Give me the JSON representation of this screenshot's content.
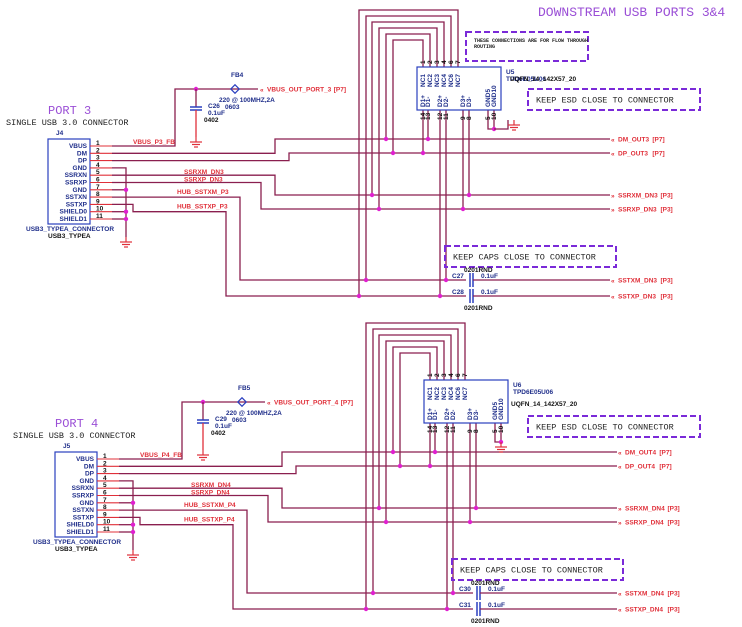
{
  "title": "DOWNSTREAM USB PORTS 3&4",
  "colors": {
    "wire": "#8a1f4f",
    "net_label": "#e0303a",
    "junction": "#e020d0",
    "component": "#2a3fbf",
    "note": "#7a2ad8",
    "heading": "#9a4ed6"
  },
  "ports": [
    {
      "heading": "PORT 3",
      "subheading": "SINGLE USB 3.0 CONNECTOR",
      "connector": {
        "ref": "J4",
        "name": "USB3_TYPEA_CONNECTOR",
        "footprint": "USB3_TYPEA",
        "pins": [
          {
            "num": "1",
            "name": "VBUS"
          },
          {
            "num": "2",
            "name": "DM"
          },
          {
            "num": "3",
            "name": "DP"
          },
          {
            "num": "4",
            "name": "GND"
          },
          {
            "num": "5",
            "name": "SSRXN"
          },
          {
            "num": "6",
            "name": "SSRXP"
          },
          {
            "num": "7",
            "name": "GND"
          },
          {
            "num": "8",
            "name": "SSTXN"
          },
          {
            "num": "9",
            "name": "SSTXP"
          },
          {
            "num": "10",
            "name": "SHIELD0"
          },
          {
            "num": "11",
            "name": "SHIELD1"
          }
        ]
      },
      "ferrite": {
        "ref": "FB4",
        "value": "220 @ 100MHZ,2A",
        "package": "0603"
      },
      "vbus_cap": {
        "ref": "C26",
        "value": "0.1uF",
        "package": "0402"
      },
      "nets": {
        "vbus_fb": "VBUS_P3_FB",
        "ssrxm": "SSRXM_DN3",
        "ssrxp": "SSRXP_DN3",
        "hub_sstxm": "HUB_SSTXM_P3",
        "hub_sstxp": "HUB_SSTXP_P3"
      },
      "offpage": [
        {
          "net": "VBUS_OUT_PORT_3",
          "page": "[P7]",
          "dir": "in"
        },
        {
          "net": "DM_OUT3",
          "page": "[P7]",
          "dir": "in"
        },
        {
          "net": "DP_OUT3",
          "page": "[P7]",
          "dir": "in"
        },
        {
          "net": "SSRXM_DN3",
          "page": "[P3]",
          "dir": "out"
        },
        {
          "net": "SSRXP_DN3",
          "page": "[P3]",
          "dir": "out"
        },
        {
          "net": "SSTXM_DN3",
          "page": "[P3]",
          "dir": "in"
        },
        {
          "net": "SSTXP_DN3",
          "page": "[P3]",
          "dir": "in"
        }
      ],
      "esd": {
        "ref": "U5",
        "part": "TPD6E05U06",
        "package": "UQFN_14_142X57_20",
        "top_pins": [
          {
            "num": "1",
            "name": "NC1"
          },
          {
            "num": "2",
            "name": "NC2"
          },
          {
            "num": "3",
            "name": "NC3"
          },
          {
            "num": "4",
            "name": "NC4"
          },
          {
            "num": "6",
            "name": "NC6"
          },
          {
            "num": "7",
            "name": "NC7"
          }
        ],
        "bottom_pins": [
          {
            "num": "14",
            "name": "D1+"
          },
          {
            "num": "13",
            "name": "D1-"
          },
          {
            "num": "12",
            "name": "D2+"
          },
          {
            "num": "11",
            "name": "D2-"
          },
          {
            "num": "9",
            "name": "D3+"
          },
          {
            "num": "8",
            "name": "D3-"
          },
          {
            "num": "5",
            "name": "GND5"
          },
          {
            "num": "10",
            "name": "GND10"
          }
        ]
      },
      "ac_caps": [
        {
          "ref": "C27",
          "value": "0.1uF",
          "package": "0201RND"
        },
        {
          "ref": "C28",
          "value": "0.1uF",
          "package": "0201RND"
        }
      ],
      "notes": {
        "flow": "THESE CONNECTIONS ARE FOR FLOW THROUGH ROUTING",
        "esd": "KEEP ESD CLOSE TO CONNECTOR",
        "caps": "KEEP CAPS CLOSE TO CONNECTOR"
      }
    },
    {
      "heading": "PORT 4",
      "subheading": "SINGLE USB 3.0 CONNECTOR",
      "connector": {
        "ref": "J5",
        "name": "USB3_TYPEA_CONNECTOR",
        "footprint": "USB3_TYPEA",
        "pins": [
          {
            "num": "1",
            "name": "VBUS"
          },
          {
            "num": "2",
            "name": "DM"
          },
          {
            "num": "3",
            "name": "DP"
          },
          {
            "num": "4",
            "name": "GND"
          },
          {
            "num": "5",
            "name": "SSRXN"
          },
          {
            "num": "6",
            "name": "SSRXP"
          },
          {
            "num": "7",
            "name": "GND"
          },
          {
            "num": "8",
            "name": "SSTXN"
          },
          {
            "num": "9",
            "name": "SSTXP"
          },
          {
            "num": "10",
            "name": "SHIELD0"
          },
          {
            "num": "11",
            "name": "SHIELD1"
          }
        ]
      },
      "ferrite": {
        "ref": "FB5",
        "value": "220 @ 100MHZ,2A",
        "package": "0603"
      },
      "vbus_cap": {
        "ref": "C29",
        "value": "0.1uF",
        "package": "0402"
      },
      "nets": {
        "vbus_fb": "VBUS_P4_FB",
        "ssrxm": "SSRXM_DN4",
        "ssrxp": "SSRXP_DN4",
        "hub_sstxm": "HUB_SSTXM_P4",
        "hub_sstxp": "HUB_SSTXP_P4"
      },
      "offpage": [
        {
          "net": "VBUS_OUT_PORT_4",
          "page": "[P7]",
          "dir": "in"
        },
        {
          "net": "DM_OUT4",
          "page": "[P7]",
          "dir": "in"
        },
        {
          "net": "DP_OUT4",
          "page": "[P7]",
          "dir": "in"
        },
        {
          "net": "SSRXM_DN4",
          "page": "[P3]",
          "dir": "out"
        },
        {
          "net": "SSRXP_DN4",
          "page": "[P3]",
          "dir": "out"
        },
        {
          "net": "SSTXM_DN4",
          "page": "[P3]",
          "dir": "in"
        },
        {
          "net": "SSTXP_DN4",
          "page": "[P3]",
          "dir": "in"
        }
      ],
      "esd": {
        "ref": "U6",
        "part": "TPD6E05U06",
        "package": "UQFN_14_142X57_20",
        "top_pins": [
          {
            "num": "1",
            "name": "NC1"
          },
          {
            "num": "2",
            "name": "NC2"
          },
          {
            "num": "3",
            "name": "NC3"
          },
          {
            "num": "4",
            "name": "NC4"
          },
          {
            "num": "6",
            "name": "NC6"
          },
          {
            "num": "7",
            "name": "NC7"
          }
        ],
        "bottom_pins": [
          {
            "num": "14",
            "name": "D1+"
          },
          {
            "num": "13",
            "name": "D1-"
          },
          {
            "num": "12",
            "name": "D2+"
          },
          {
            "num": "11",
            "name": "D2-"
          },
          {
            "num": "9",
            "name": "D3+"
          },
          {
            "num": "8",
            "name": "D3-"
          },
          {
            "num": "5",
            "name": "GND5"
          },
          {
            "num": "10",
            "name": "GND10"
          }
        ]
      },
      "ac_caps": [
        {
          "ref": "C30",
          "value": "0.1uF",
          "package": "0201RND"
        },
        {
          "ref": "C31",
          "value": "0.1uF",
          "package": "0201RND"
        }
      ],
      "notes": {
        "esd": "KEEP ESD CLOSE TO CONNECTOR",
        "caps": "KEEP CAPS CLOSE TO CONNECTOR"
      }
    }
  ]
}
